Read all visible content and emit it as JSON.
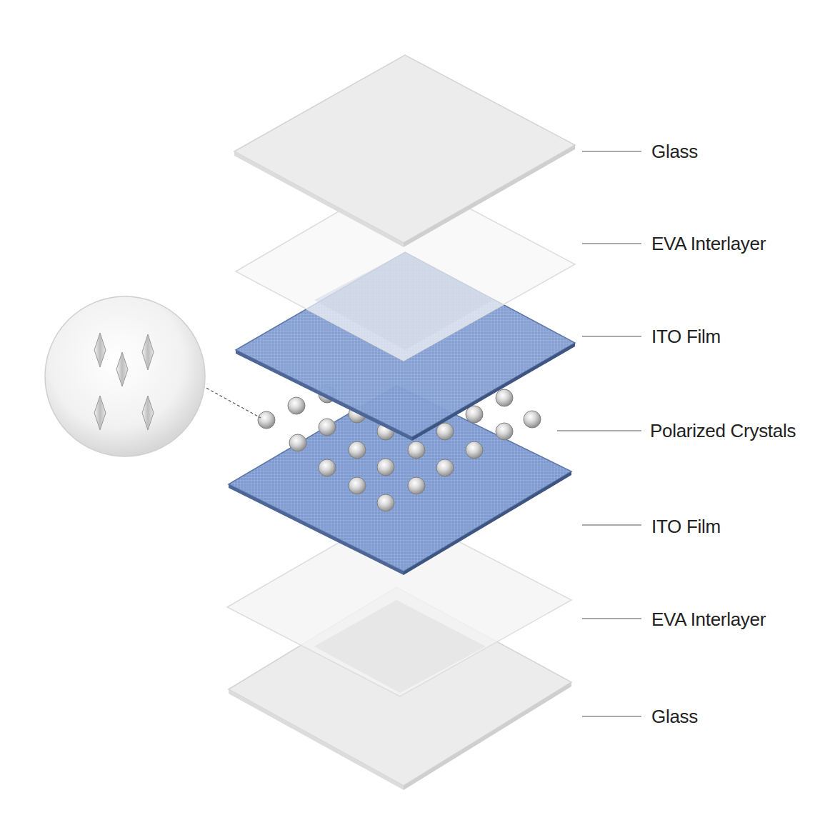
{
  "diagram": {
    "labels": [
      "Glass",
      "EVA Interlayer",
      "ITO Film",
      "Polarized Crystals",
      "ITO Film",
      "EVA Interlayer",
      "Glass"
    ]
  }
}
